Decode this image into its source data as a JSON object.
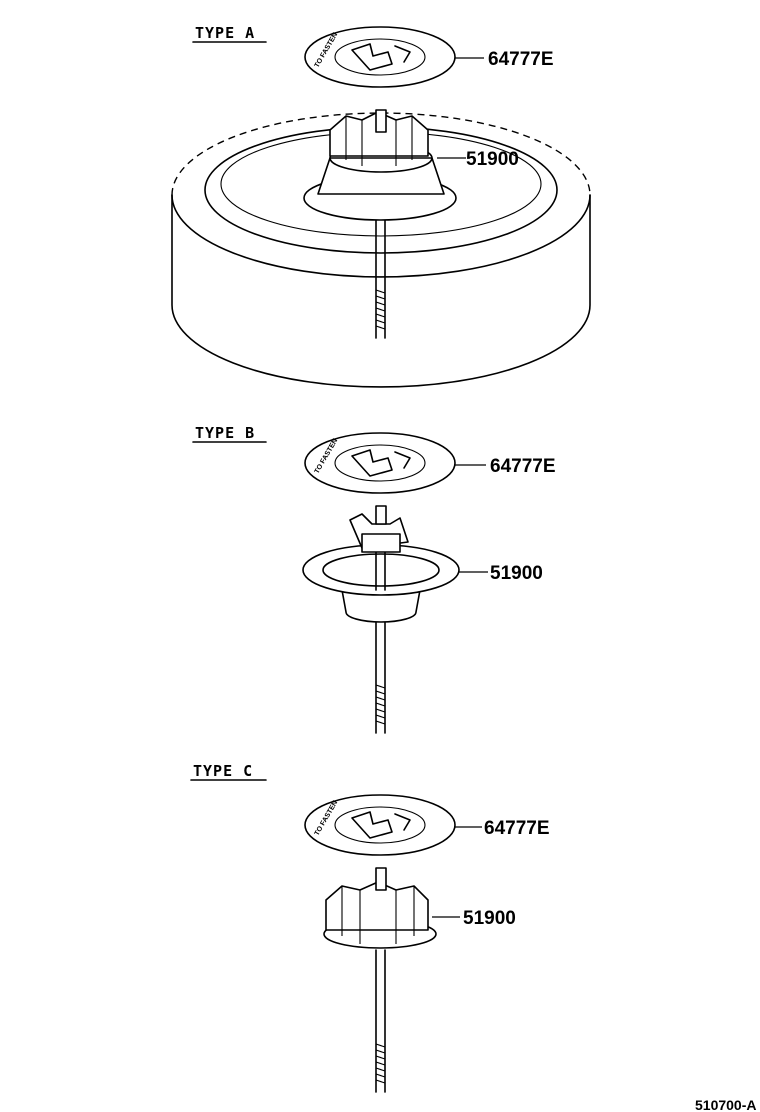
{
  "sections": [
    {
      "label": "TYPE  A",
      "cover_part": "64777E",
      "bolt_part": "51900"
    },
    {
      "label": "TYPE  B",
      "cover_part": "64777E",
      "bolt_part": "51900"
    },
    {
      "label": "TYPE  C",
      "cover_part": "64777E",
      "bolt_part": "51900"
    }
  ],
  "cover_marking": "TO FASTEN",
  "drawing_number": "510700-A"
}
